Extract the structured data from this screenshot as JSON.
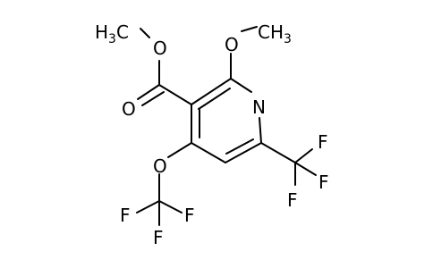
{
  "molecule": {
    "atom_labels": {
      "ester_methyl_h": "H",
      "ester_methyl_sub": "3",
      "ester_methyl_c": "C",
      "ester_ether_o": "O",
      "carbonyl_o": "O",
      "methoxy_o": "O",
      "methoxy_c": "CH",
      "methoxy_sub": "3",
      "ring_n": "N",
      "ocf3_o": "O",
      "ocf3_f1": "F",
      "ocf3_f2": "F",
      "ocf3_f3": "F",
      "cf3_f1": "F",
      "cf3_f2": "F",
      "cf3_f3": "F"
    },
    "colors": {
      "bond": "#000000",
      "label": "#000000",
      "background": "#ffffff"
    }
  }
}
